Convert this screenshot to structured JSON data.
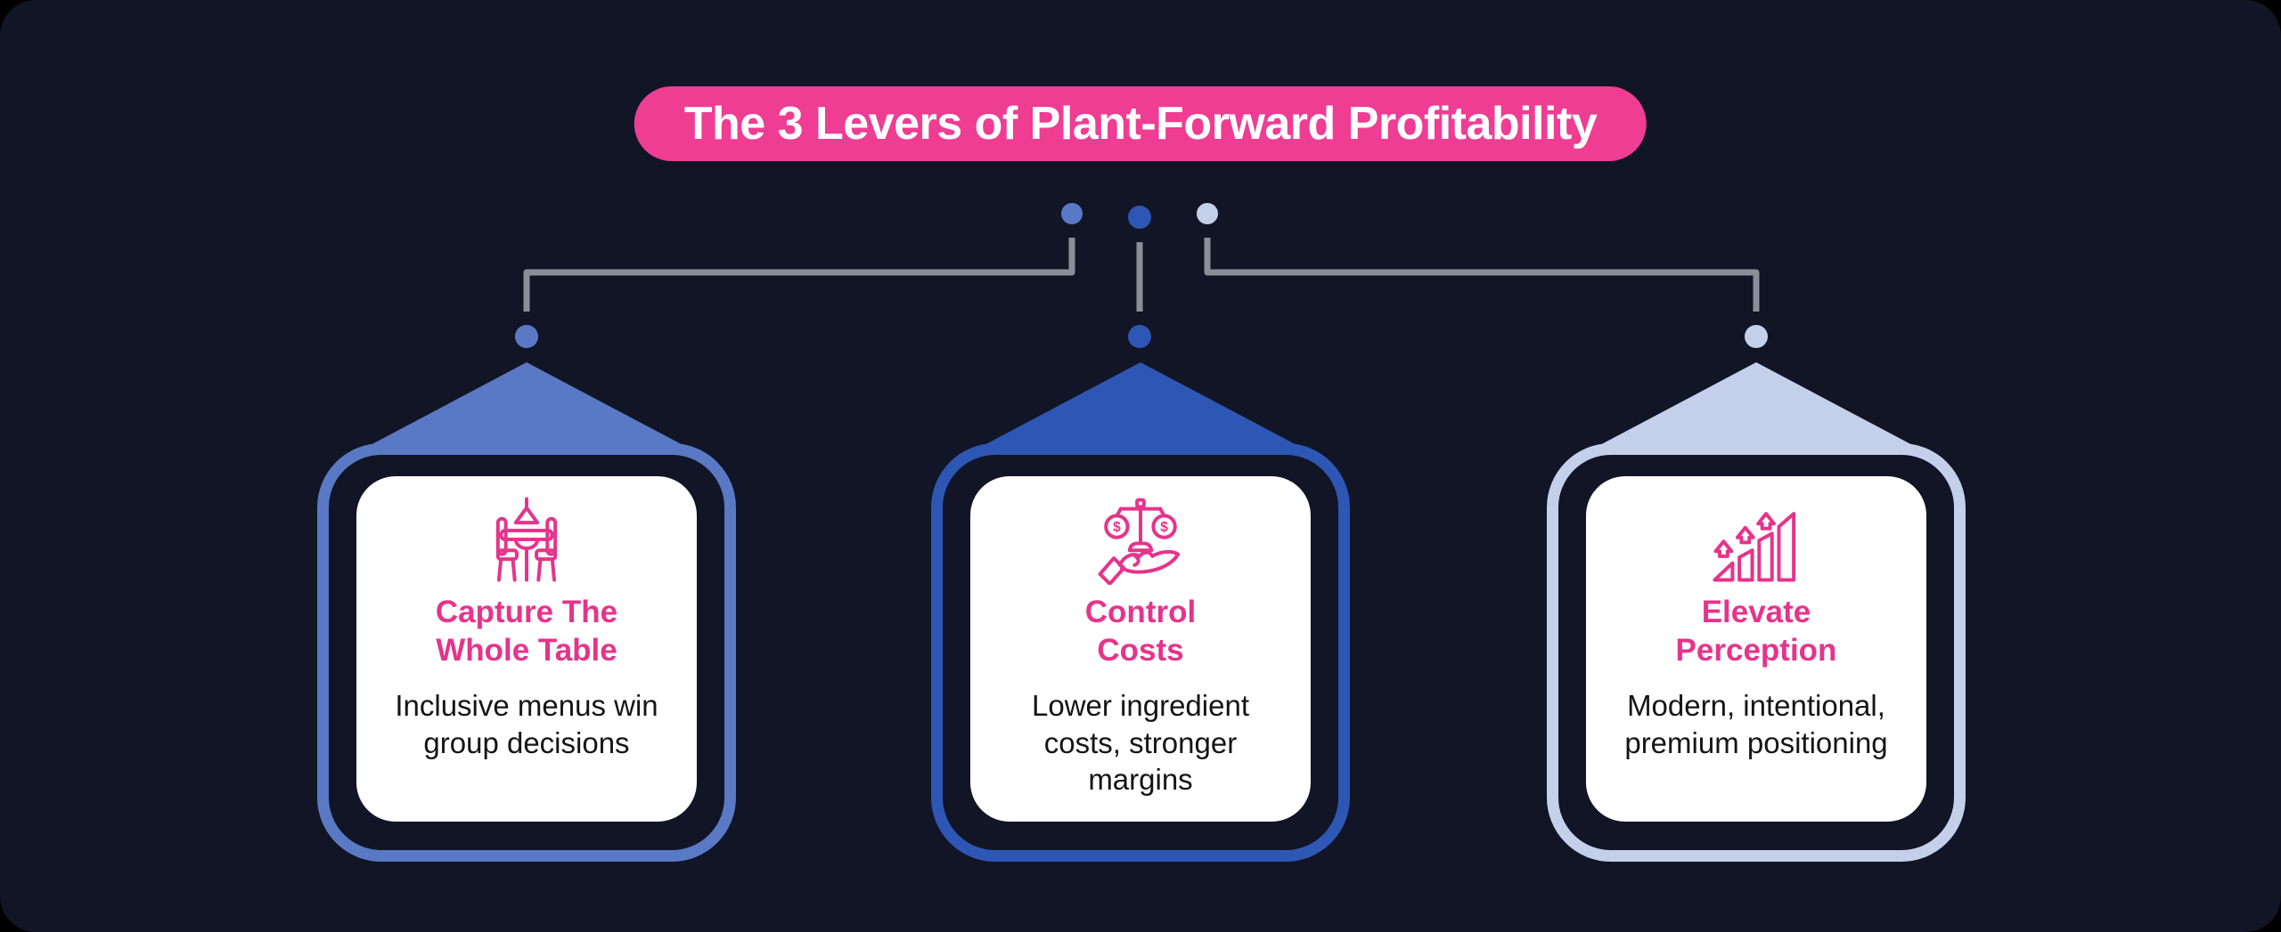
{
  "title": {
    "text": "The 3 Levers of Plant-Forward Profitability"
  },
  "colors": {
    "bg": "#111526",
    "outside": "#000000",
    "pink": "#EE3D92",
    "heading-pink": "#E5348B",
    "icon-pink": "#E5348B",
    "line-gray": "#8A8E98",
    "card1": "#5979C4",
    "card2": "#2E56B4",
    "card3": "#C4CFEA",
    "card-bg": "#FFFFFF",
    "body-text": "#151515",
    "title-text": "#FFFFFF"
  },
  "icons": {
    "coin_symbol": "$"
  },
  "cards": [
    {
      "icon": "dining-table-icon",
      "title": "Capture The\nWhole Table",
      "body": "Inclusive menus win\ngroup decisions"
    },
    {
      "icon": "balance-scale-hand-icon",
      "title": "Control\nCosts",
      "body": "Lower ingredient\ncosts, stronger\nmargins"
    },
    {
      "icon": "growth-bars-icon",
      "title": "Elevate\nPerception",
      "body": "Modern, intentional,\npremium positioning"
    }
  ]
}
